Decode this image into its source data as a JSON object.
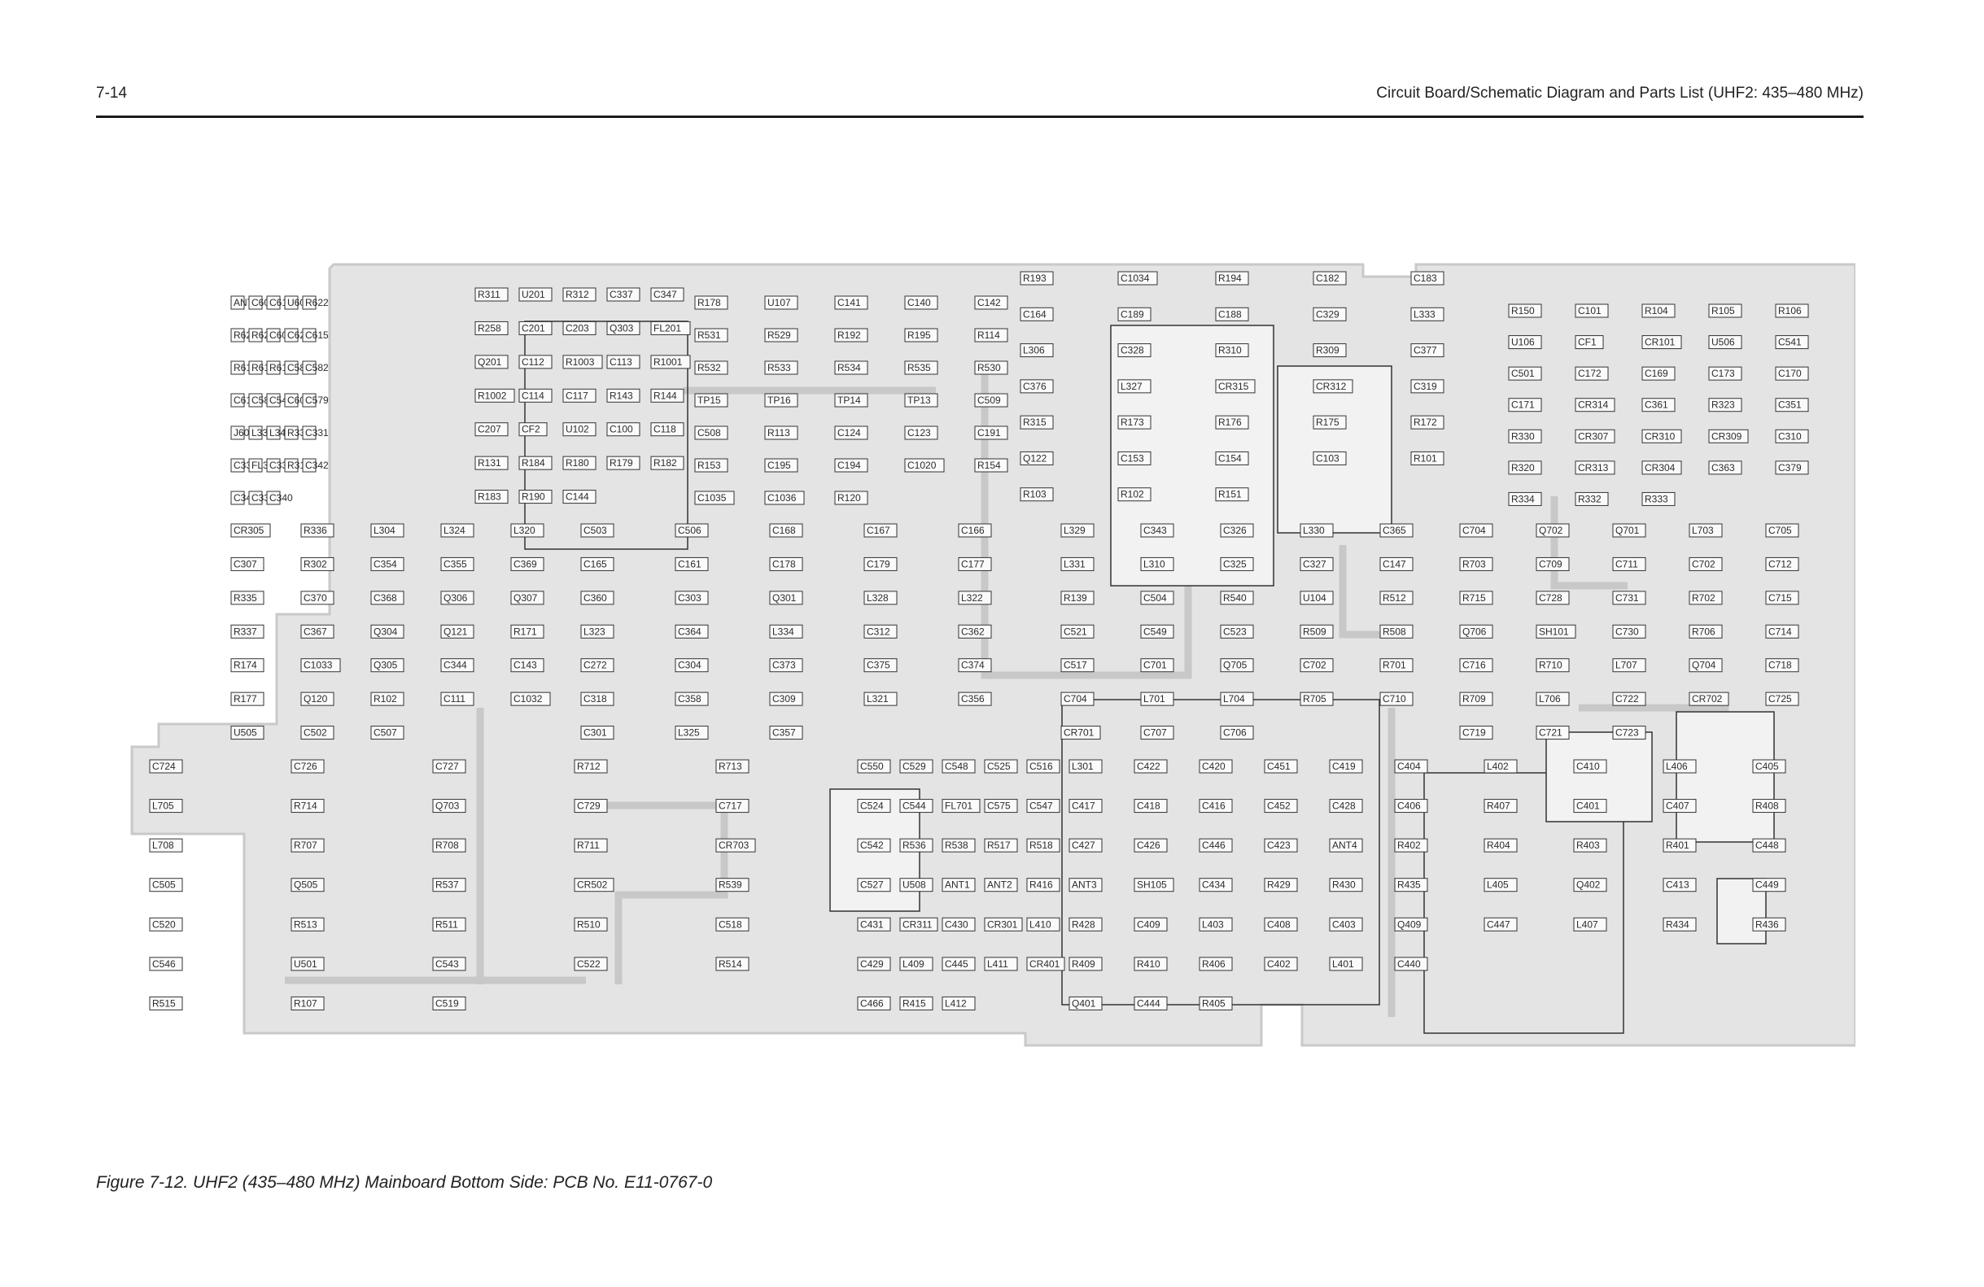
{
  "header": {
    "page_number": "7-14",
    "title": "Circuit Board/Schematic Diagram and Parts List (UHF2: 435–480 MHz)"
  },
  "caption": "Figure 7-12. UHF2 (435–480 MHz) Mainboard Bottom Side: PCB No. E11-0767-0",
  "colors": {
    "board_fill": "#e4e4e4",
    "trace": "#c8c8c8",
    "component_outline": "#333333",
    "text": "#222222"
  },
  "board": {
    "labels": [
      "ANT5",
      "C605",
      "C618",
      "U601",
      "R622",
      "R621",
      "R620",
      "C606",
      "C620",
      "C615",
      "R613",
      "R614",
      "R610",
      "C581",
      "C582",
      "C619",
      "C580",
      "C540",
      "C609",
      "C579",
      "J602",
      "L332",
      "L340",
      "R338",
      "C331",
      "C330",
      "FL301",
      "C332",
      "R319",
      "C342",
      "C341",
      "C338",
      "C340",
      "R311",
      "U201",
      "R312",
      "C337",
      "C347",
      "R258",
      "C201",
      "C203",
      "Q303",
      "FL201",
      "Q201",
      "C112",
      "R1003",
      "C113",
      "R1001",
      "R1002",
      "C114",
      "C117",
      "R143",
      "R144",
      "C207",
      "CF2",
      "U102",
      "C100",
      "C118",
      "R131",
      "R184",
      "R180",
      "R179",
      "R182",
      "R183",
      "R190",
      "C144",
      "R178",
      "U107",
      "C141",
      "C140",
      "C142",
      "R531",
      "R529",
      "R192",
      "R195",
      "R114",
      "R532",
      "R533",
      "R534",
      "R535",
      "R530",
      "TP15",
      "TP16",
      "TP14",
      "TP13",
      "C509",
      "C508",
      "R113",
      "C124",
      "C123",
      "C191",
      "R153",
      "C195",
      "C194",
      "C1020",
      "R154",
      "C1035",
      "C1036",
      "R120",
      "R193",
      "C1034",
      "R194",
      "C182",
      "C183",
      "C164",
      "C189",
      "C188",
      "C329",
      "L333",
      "L306",
      "C328",
      "R310",
      "R309",
      "C377",
      "C376",
      "L327",
      "CR315",
      "CR312",
      "C319",
      "R315",
      "R173",
      "R176",
      "R175",
      "R172",
      "Q122",
      "C153",
      "C154",
      "C103",
      "R101",
      "R103",
      "R102",
      "R151",
      "R150",
      "C101",
      "R104",
      "R105",
      "R106",
      "U106",
      "CF1",
      "CR101",
      "U506",
      "C541",
      "C501",
      "C172",
      "C169",
      "C173",
      "C170",
      "C171",
      "CR314",
      "C361",
      "R323",
      "C351",
      "R330",
      "CR307",
      "CR310",
      "CR309",
      "C310",
      "R320",
      "CR313",
      "CR304",
      "C363",
      "C379",
      "R334",
      "R332",
      "R333",
      "CR305",
      "R336",
      "L304",
      "L324",
      "L320",
      "C307",
      "R302",
      "C354",
      "C355",
      "C369",
      "R335",
      "C370",
      "C368",
      "Q306",
      "Q307",
      "R337",
      "C367",
      "Q304",
      "Q121",
      "R171",
      "R174",
      "C1033",
      "Q305",
      "C344",
      "C143",
      "R177",
      "Q120",
      "R102",
      "C111",
      "C1032",
      "U505",
      "C502",
      "C507",
      "C503",
      "C506",
      "C168",
      "C167",
      "C166",
      "C165",
      "C161",
      "C178",
      "C179",
      "C177",
      "C360",
      "C303",
      "Q301",
      "L328",
      "L322",
      "L323",
      "C364",
      "L334",
      "C312",
      "C362",
      "C272",
      "C304",
      "C373",
      "C375",
      "C374",
      "C318",
      "C358",
      "C309",
      "L321",
      "C356",
      "C301",
      "L325",
      "C357",
      "L329",
      "C343",
      "C326",
      "L330",
      "C365",
      "L331",
      "L310",
      "C325",
      "C327",
      "C147",
      "R139",
      "C504",
      "R540",
      "U104",
      "R512",
      "C521",
      "C549",
      "C523",
      "R509",
      "R508",
      "C517",
      "C701",
      "Q705",
      "C702",
      "R701",
      "C704",
      "L701",
      "L704",
      "R705",
      "C710",
      "CR701",
      "C707",
      "C706",
      "C704",
      "Q702",
      "Q701",
      "L703",
      "C705",
      "R703",
      "C709",
      "C711",
      "C702",
      "C712",
      "R715",
      "C728",
      "C731",
      "R702",
      "C715",
      "Q706",
      "SH101",
      "C730",
      "R706",
      "C714",
      "C716",
      "R710",
      "L707",
      "Q704",
      "C718",
      "R709",
      "L706",
      "C722",
      "CR702",
      "C725",
      "C719",
      "C721",
      "C723",
      "C724",
      "C726",
      "C727",
      "R712",
      "R713",
      "L705",
      "R714",
      "Q703",
      "C729",
      "C717",
      "L708",
      "R707",
      "R708",
      "R711",
      "CR703",
      "C505",
      "Q505",
      "R537",
      "CR502",
      "R539",
      "C520",
      "R513",
      "R511",
      "R510",
      "C518",
      "C546",
      "U501",
      "C543",
      "C522",
      "R514",
      "R515",
      "R107",
      "C519",
      "C550",
      "C529",
      "C548",
      "C525",
      "C516",
      "C524",
      "C544",
      "FL701",
      "C575",
      "C547",
      "C542",
      "R536",
      "R538",
      "R517",
      "R518",
      "C527",
      "U508",
      "ANT1",
      "ANT2",
      "R416",
      "C431",
      "CR311",
      "C430",
      "CR301",
      "L410",
      "C429",
      "L409",
      "C445",
      "L411",
      "CR401",
      "C466",
      "R415",
      "L412",
      "L301",
      "C422",
      "C420",
      "C451",
      "C419",
      "C417",
      "C418",
      "C416",
      "C452",
      "C428",
      "C427",
      "C426",
      "C446",
      "C423",
      "ANT4",
      "ANT3",
      "SH105",
      "C434",
      "R429",
      "R430",
      "R428",
      "C409",
      "L403",
      "C408",
      "C403",
      "R409",
      "R410",
      "R406",
      "C402",
      "L401",
      "Q401",
      "C444",
      "R405",
      "C404",
      "L402",
      "C410",
      "L406",
      "C405",
      "C406",
      "R407",
      "C401",
      "C407",
      "R408",
      "R402",
      "R404",
      "R403",
      "R401",
      "C448",
      "R435",
      "L405",
      "Q402",
      "C413",
      "C449",
      "Q409",
      "C447",
      "L407",
      "R434",
      "R436",
      "C440"
    ]
  }
}
